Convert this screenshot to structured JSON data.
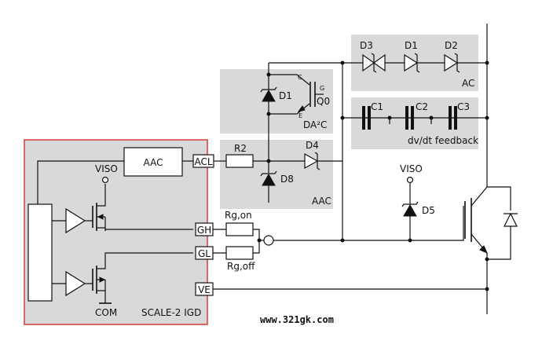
{
  "colors": {
    "panel_fill": "#d9d9d9",
    "igd_border": "#d23c3c",
    "wire": "#111111",
    "background": "#ffffff"
  },
  "labels": {
    "igd_title": "SCALE-2 IGD",
    "aac_block": "AAC",
    "viso_left": "VISO",
    "com": "COM",
    "pin_acl": "ACL",
    "pin_gh": "GH",
    "pin_gl": "GL",
    "pin_ve": "VE",
    "r2": "R2",
    "rg_on": "Rg,on",
    "rg_off": "Rg,off",
    "d1_da2c": "D1",
    "q0": "Q0",
    "q0_c": "C",
    "q0_g": "G",
    "q0_e": "E",
    "da2c": "DA²C",
    "d4": "D4",
    "d8": "D8",
    "aac_panel": "AAC",
    "d3": "D3",
    "d1_ac": "D1",
    "d2": "D2",
    "ac_panel": "AC",
    "c1": "C1",
    "c2": "C2",
    "c3": "C3",
    "dvdt": "dv/dt feedback",
    "viso_right": "VISO",
    "d5": "D5",
    "watermark": "www.321gk.com"
  }
}
